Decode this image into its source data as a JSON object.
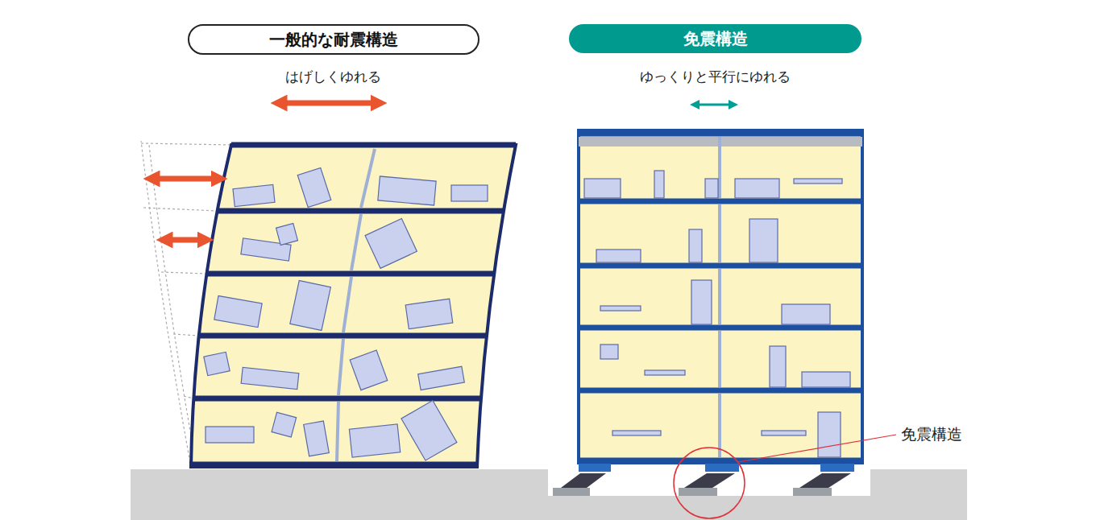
{
  "diagram": {
    "nodes": [
      {
        "text": [
          "一般的な耐震構造"
        ]
      },
      {
        "text": [
          "免震構造"
        ]
      }
    ],
    "labels": [
      "はげしくゆれる",
      "ゆっくりと平行にゆれる",
      "免震構造"
    ]
  }
}
